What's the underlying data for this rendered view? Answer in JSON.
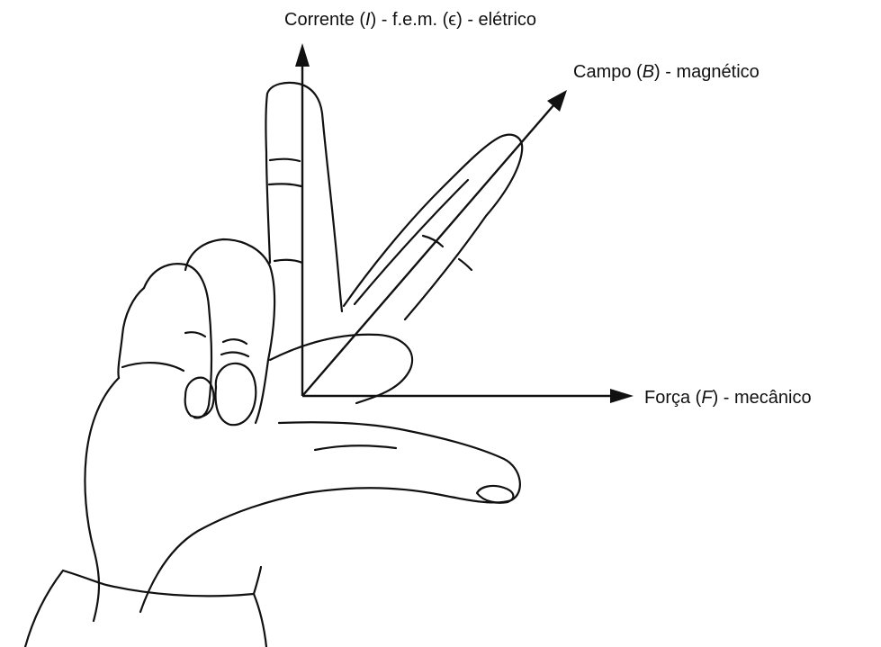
{
  "labels": {
    "current": {
      "before": "Corrente (",
      "symbol": "I",
      "middle": ") - f.e.m. (",
      "symbol2": "ϵ",
      "after": ") - elétrico"
    },
    "field": {
      "before": "Campo (",
      "symbol": "B",
      "after": ") - magnético"
    },
    "force": {
      "before": "Força (",
      "symbol": "F",
      "after": ") - mecânico"
    }
  },
  "colors": {
    "ink": "#111111",
    "background": "#ffffff"
  }
}
